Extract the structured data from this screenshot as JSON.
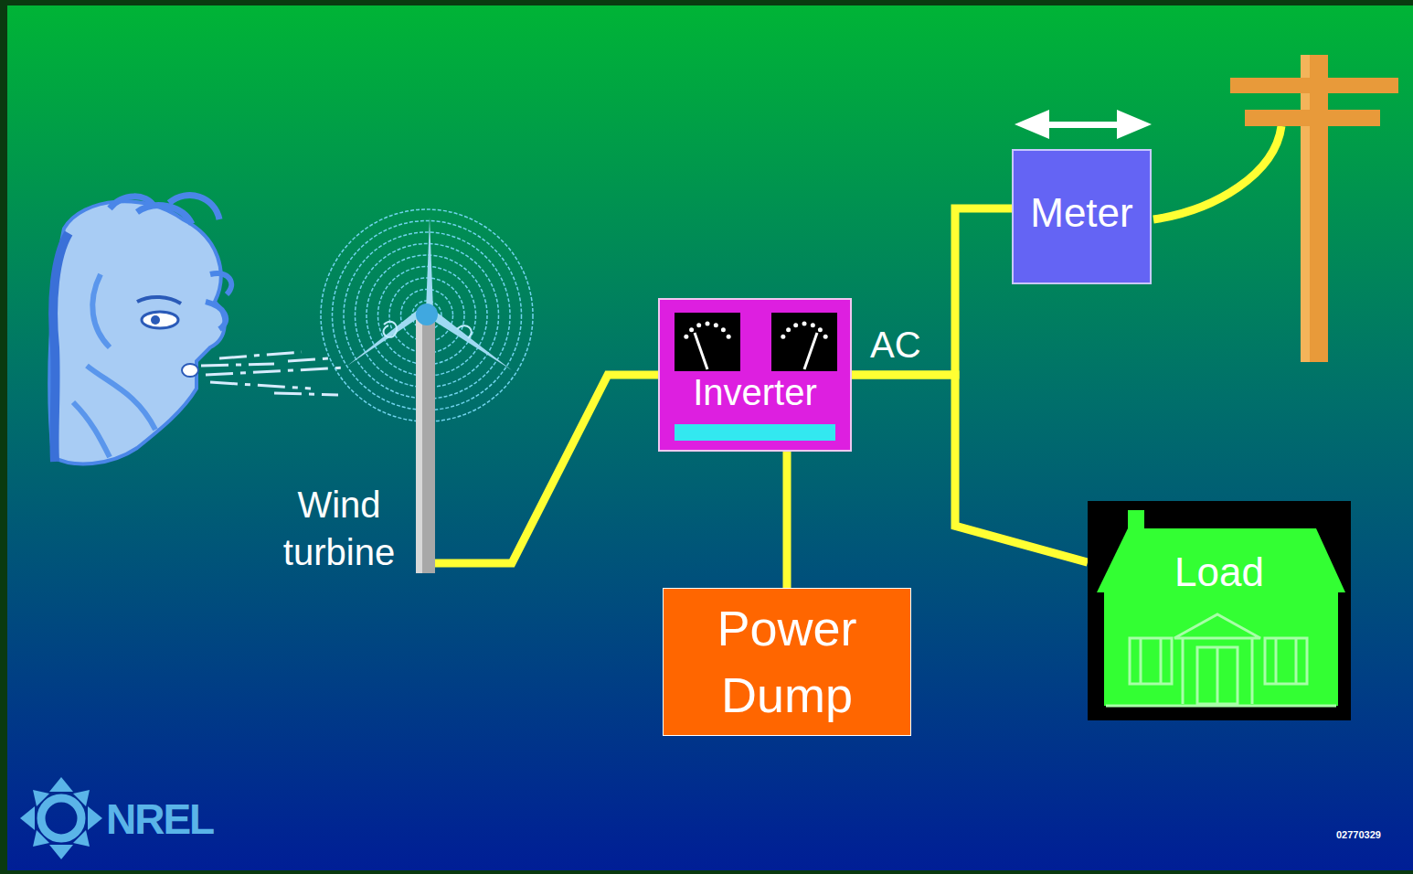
{
  "diagram": {
    "nodes": [
      {
        "text": [
          "Inverter"
        ]
      },
      {
        "text": [
          "Meter"
        ]
      },
      {
        "text": [
          "Load"
        ]
      },
      {
        "text": [
          "Power Dump"
        ]
      }
    ],
    "edges": [
      {
        "from": 0,
        "to": 1,
        "arrow": "none"
      },
      {
        "from": 0,
        "to": 2,
        "arrow": "none"
      },
      {
        "from": 0,
        "to": 3,
        "arrow": "none"
      }
    ],
    "labels": [
      "Wind turbine",
      "AC",
      "NREL",
      "02770329"
    ]
  }
}
